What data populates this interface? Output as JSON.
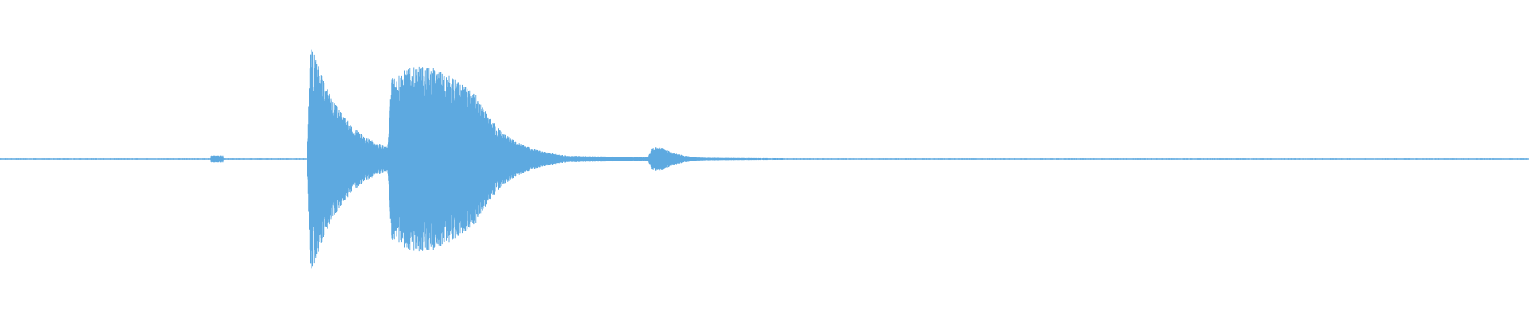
{
  "waveform": {
    "color": "#5DA9E0",
    "background": "#ffffff",
    "amplitude_range": [
      -1,
      1
    ],
    "events": [
      {
        "kind": "tick",
        "time": 0.142,
        "amplitude": 0.03
      },
      {
        "kind": "transient",
        "time": 0.201,
        "attack": 0.002,
        "decay": 0.022,
        "peak": 1.0,
        "floor": 0.05
      },
      {
        "kind": "burst",
        "time": 0.253,
        "attack": 0.004,
        "sustain": 0.055,
        "decay": 0.045,
        "peak": 0.88,
        "floor": 0.05
      },
      {
        "kind": "blip",
        "time": 0.423,
        "attack": 0.004,
        "sustain": 0.006,
        "decay": 0.03,
        "peak": 0.1
      }
    ],
    "noise_floor": 0.006
  }
}
